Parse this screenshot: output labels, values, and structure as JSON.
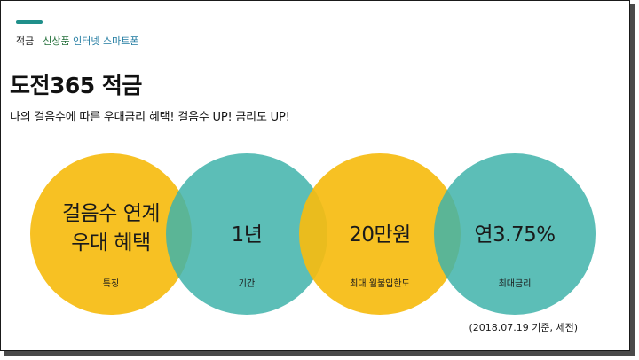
{
  "breadcrumb": {
    "current": "적금",
    "link_prefix": "신상품",
    "link_middle": "인터넷",
    "link_suffix": "스마트폰"
  },
  "header": {
    "title": "도전365 적금",
    "subtitle": "나의 걸음수에 따른 우대금리 혜택! 걸음수 UP! 금리도 UP!"
  },
  "features": [
    {
      "value_line1": "걸음수 연계",
      "value_line2": "우대 혜택",
      "label": "특징",
      "color": "#F6BC10"
    },
    {
      "value": "1년",
      "label": "기간",
      "color": "#40B3AA"
    },
    {
      "value": "20만원",
      "label": "최대 월불입한도",
      "color": "#F6BC10"
    },
    {
      "value": "연3.75%",
      "label": "최대금리",
      "color": "#40B3AA"
    }
  ],
  "note": "(2018.07.19 기준, 세전)"
}
